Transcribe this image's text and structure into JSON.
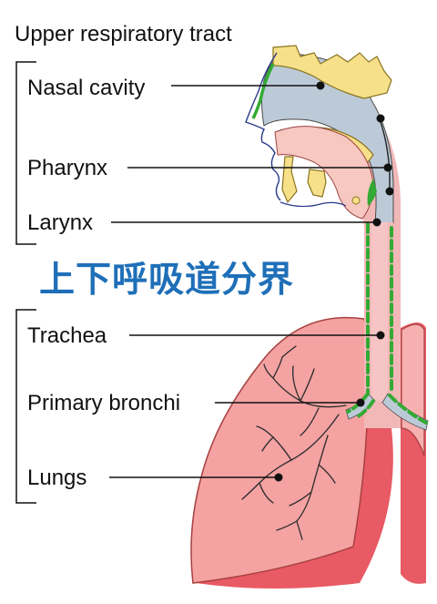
{
  "title": "Upper respiratory tract",
  "divider_text": "上下呼吸道分界",
  "labels": {
    "nasal_cavity": "Nasal cavity",
    "pharynx": "Pharynx",
    "larynx": "Larynx",
    "trachea": "Trachea",
    "primary_bronchi": "Primary bronchi",
    "lungs": "Lungs"
  },
  "colors": {
    "divider_text": "#1f6fb8",
    "mucosa": "#33aa33",
    "airway_gray": "#b4c4d4",
    "lung_fill": "#f2a0a0",
    "lung_dark": "#e85a64",
    "bone": "#f7e08a",
    "skin_line": "#2a3a8a"
  }
}
